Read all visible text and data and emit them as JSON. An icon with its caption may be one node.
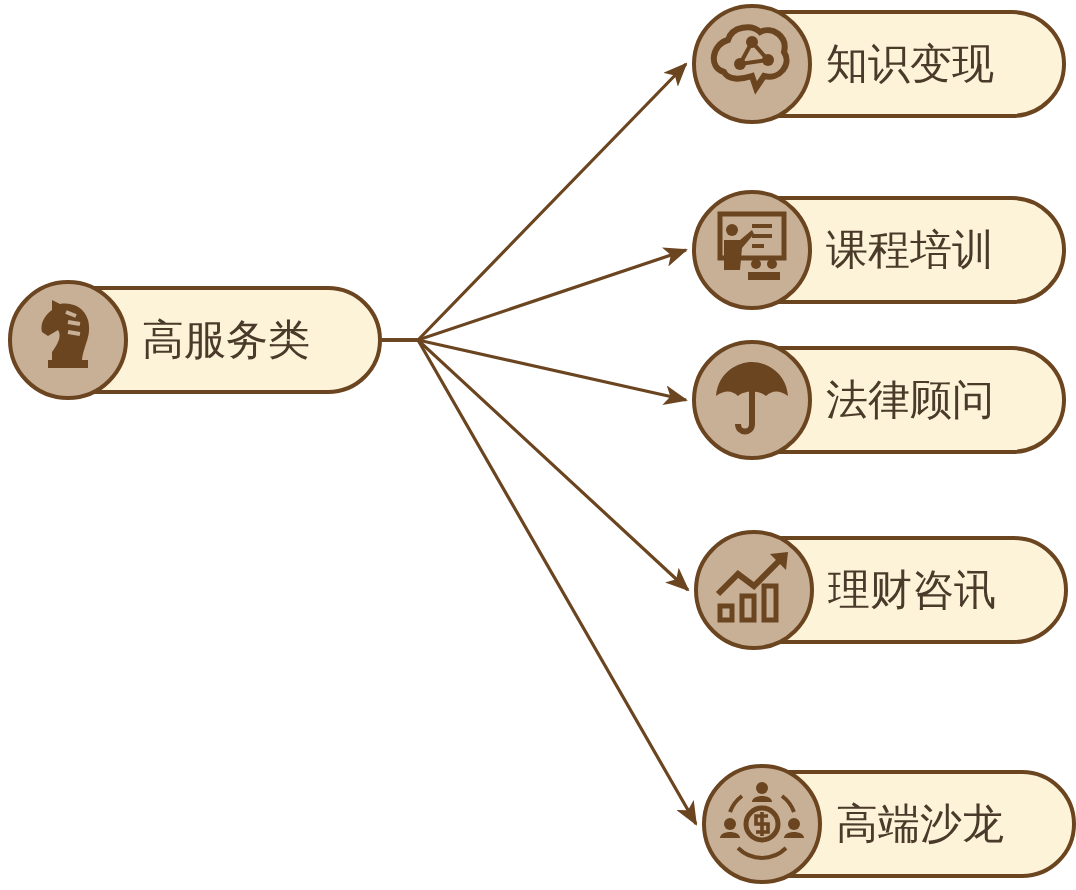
{
  "diagram": {
    "nodes": [
      {
        "text": [
          "高服务类"
        ]
      },
      {
        "text": [
          "知识变现"
        ]
      },
      {
        "text": [
          "课程培训"
        ]
      },
      {
        "text": [
          "法律顾问"
        ]
      },
      {
        "text": [
          "理财咨讯"
        ]
      },
      {
        "text": [
          "高端沙龙"
        ]
      }
    ],
    "edges": [
      {
        "from": 0,
        "to": 1,
        "arrow": "to"
      },
      {
        "from": 0,
        "to": 2,
        "arrow": "to"
      },
      {
        "from": 0,
        "to": 3,
        "arrow": "to"
      },
      {
        "from": 0,
        "to": 4,
        "arrow": "to"
      },
      {
        "from": 0,
        "to": 5,
        "arrow": "to"
      }
    ]
  }
}
